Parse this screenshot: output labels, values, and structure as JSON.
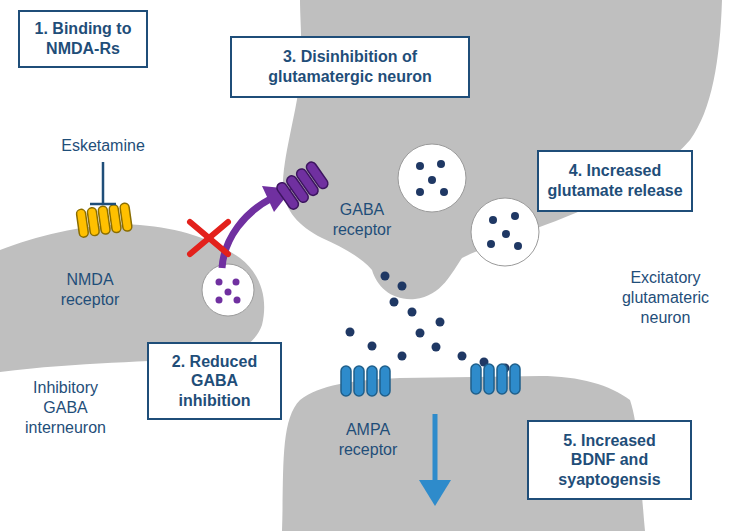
{
  "diagram": {
    "nodes": [
      {
        "text": [
          "1. Binding to NMDA-Rs"
        ]
      },
      {
        "text": [
          "3. Disinhibition of glutamatergic neuron"
        ]
      },
      {
        "text": [
          "4. Increased glutamate release"
        ]
      },
      {
        "text": [
          "2. Reduced GABA inhibition"
        ]
      },
      {
        "text": [
          "5. Increased BDNF and syaptogensis"
        ]
      }
    ],
    "labels": [
      "Esketamine",
      "NMDA receptor",
      "GABA receptor",
      "Excitatory glutamateric neuron",
      "Inhibitory GABA interneuron",
      "AMPA receptor"
    ]
  }
}
